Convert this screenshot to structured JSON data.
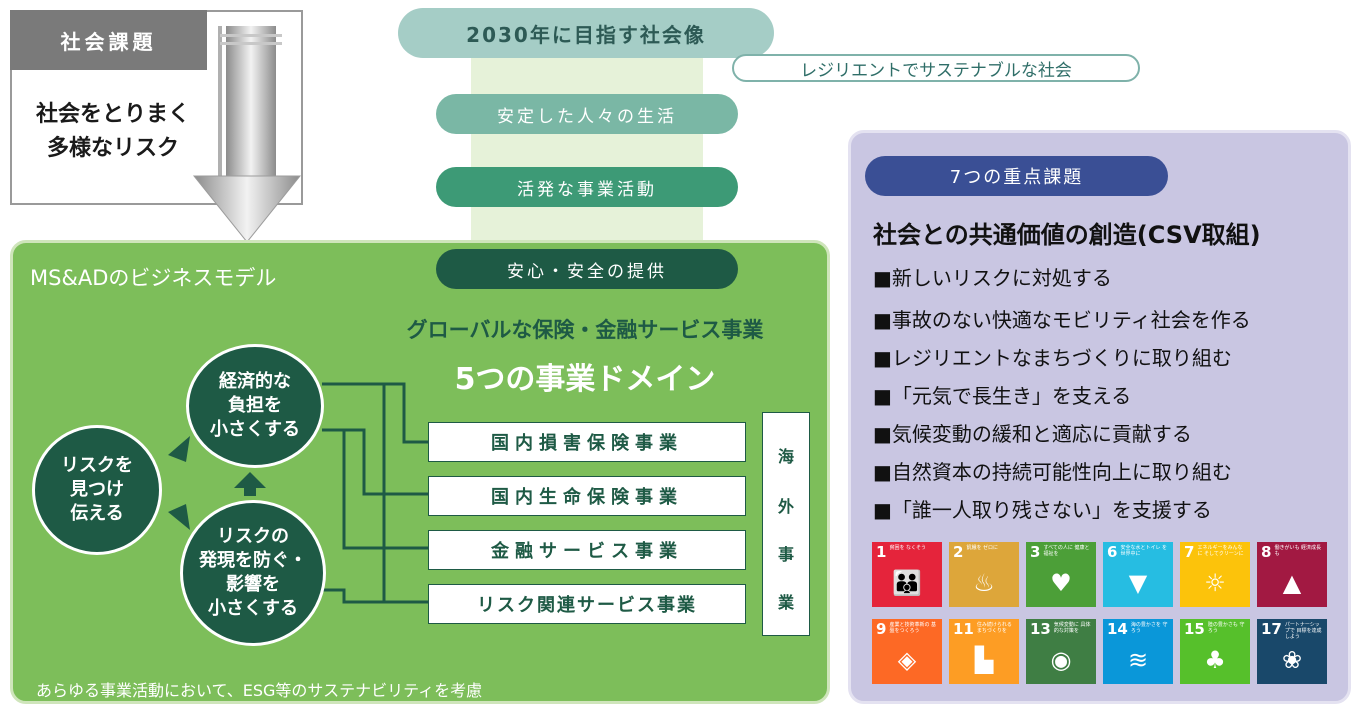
{
  "social_issues": {
    "title": "社会課題",
    "lines": [
      "社会をとりまく",
      "多様なリスク"
    ]
  },
  "vision": {
    "title": "2030年に目指す社会像",
    "subtitle": "レジリエントでサステナブルな社会",
    "pills": [
      "安定した人々の生活",
      "活発な事業活動",
      "安心・安全の提供"
    ]
  },
  "business_model": {
    "title": "MS&ADのビジネスモデル",
    "sub": "グローバルな保険・金融サービス事業",
    "heading": "5つの事業ドメイン",
    "circles": {
      "find": [
        "リスクを",
        "見つけ",
        "伝える"
      ],
      "burden": [
        "経済的な",
        "負担を",
        "小さくする"
      ],
      "prevent": [
        "リスクの",
        "発現を防ぐ・",
        "影響を",
        "小さくする"
      ]
    },
    "domains": [
      "国内損害保険事業",
      "国内生命保険事業",
      "金融サービス事業",
      "リスク関連サービス事業"
    ],
    "overseas": [
      "海",
      "外",
      "事",
      "業"
    ],
    "footer": "あらゆる事業活動において、ESG等のサステナビリティを考慮"
  },
  "csv": {
    "badge": "7つの重点課題",
    "title": "社会との共通価値の創造(CSV取組)",
    "items": [
      "■新しいリスクに対処する",
      "■事故のない快適なモビリティ社会を作る",
      "■レジリエントなまちづくりに取り組む",
      "■「元気で長生き」を支える",
      "■気候変動の緩和と適応に貢献する",
      "■自然資本の持続可能性向上に取り組む",
      "■「誰一人取り残さない」を支援する"
    ]
  },
  "sdgs": [
    {
      "num": "1",
      "label": "貧困を なくそう",
      "color": "#e5243b",
      "icon": "people-icon"
    },
    {
      "num": "2",
      "label": "飢餓を ゼロに",
      "color": "#dda63a",
      "icon": "bowl-icon"
    },
    {
      "num": "3",
      "label": "すべての人に 健康と福祉を",
      "color": "#4c9f38",
      "icon": "heartbeat-icon"
    },
    {
      "num": "6",
      "label": "安全な水とトイレ を世界中に",
      "color": "#26bde2",
      "icon": "water-icon"
    },
    {
      "num": "7",
      "label": "エネルギーをみんなに そしてクリーンに",
      "color": "#fcc30b",
      "icon": "sun-icon"
    },
    {
      "num": "8",
      "label": "働きがいも 経済成長も",
      "color": "#a21942",
      "icon": "growth-icon"
    },
    {
      "num": "9",
      "label": "産業と技術革新の 基盤をつくろう",
      "color": "#fd6925",
      "icon": "cubes-icon"
    },
    {
      "num": "11",
      "label": "住み続けられる まちづくりを",
      "color": "#fd9d24",
      "icon": "city-icon"
    },
    {
      "num": "13",
      "label": "気候変動に 具体的な対策を",
      "color": "#3f7e44",
      "icon": "eye-icon"
    },
    {
      "num": "14",
      "label": "海の豊かさを 守ろう",
      "color": "#0a97d9",
      "icon": "fish-icon"
    },
    {
      "num": "15",
      "label": "陸の豊かさも 守ろう",
      "color": "#56c02b",
      "icon": "tree-icon"
    },
    {
      "num": "17",
      "label": "パートナーシップで 目標を達成しよう",
      "color": "#19486a",
      "icon": "rings-icon"
    }
  ]
}
